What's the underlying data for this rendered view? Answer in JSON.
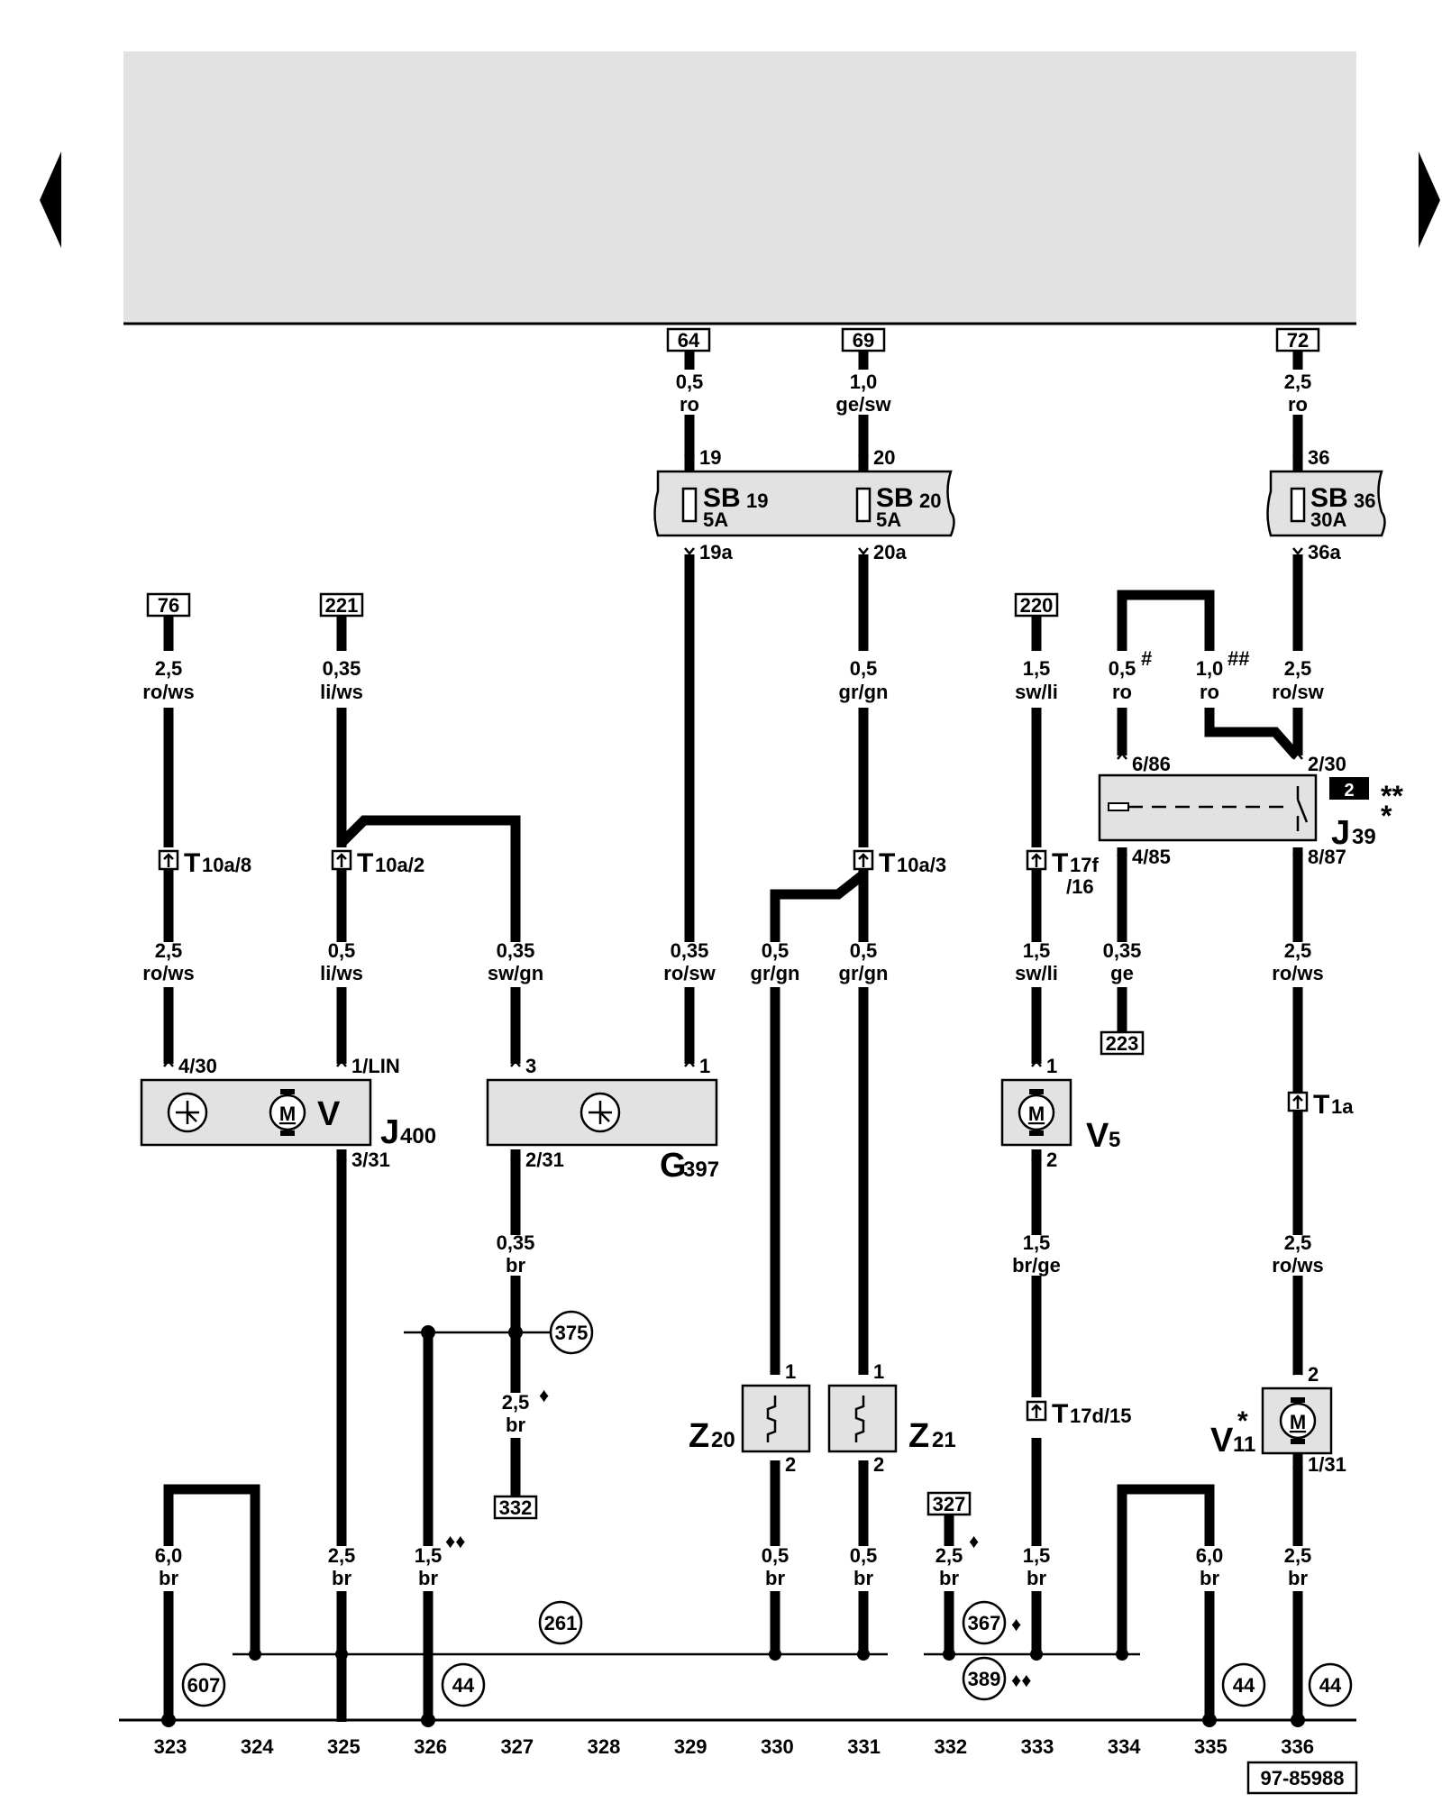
{
  "nav": {
    "prev_icon": "triangle-left-icon",
    "next_icon": "triangle-right-icon"
  },
  "ref_boxes": {
    "r64": "64",
    "r69": "69",
    "r72": "72",
    "r76": "76",
    "r221": "221",
    "r220": "220",
    "r223": "223",
    "r332": "332",
    "r327": "327"
  },
  "wires": {
    "w64": [
      "0,5",
      "ro"
    ],
    "w69": [
      "1,0",
      "ge/sw"
    ],
    "w72": [
      "2,5",
      "ro"
    ],
    "w76": [
      "2,5",
      "ro/ws"
    ],
    "w221": [
      "0,35",
      "li/ws"
    ],
    "w20a": [
      "0,5",
      "gr/gn"
    ],
    "w220": [
      "1,5",
      "sw/li"
    ],
    "wHash": [
      "0,5",
      "ro"
    ],
    "wHash2": [
      "1,0",
      "ro"
    ],
    "w36a": [
      "2,5",
      "ro/sw"
    ],
    "w323a": [
      "2,5",
      "ro/ws"
    ],
    "w325a": [
      "0,5",
      "li/ws"
    ],
    "w327a": [
      "0,35",
      "sw/gn"
    ],
    "w329a": [
      "0,35",
      "ro/sw"
    ],
    "w330a": [
      "0,5",
      "gr/gn"
    ],
    "w331a": [
      "0,5",
      "gr/gn"
    ],
    "w333a": [
      "1,5",
      "sw/li"
    ],
    "w332a": [
      "0,35",
      "ge"
    ],
    "w336a": [
      "2,5",
      "ro/ws"
    ],
    "w327b": [
      "0,35",
      "br"
    ],
    "w333b": [
      "1,5",
      "br/ge"
    ],
    "w336b": [
      "2,5",
      "ro/ws"
    ],
    "w327c": [
      "2,5",
      "br"
    ],
    "w323g": [
      "6,0",
      "br"
    ],
    "w325g": [
      "2,5",
      "br"
    ],
    "w326g": [
      "1,5",
      "br"
    ],
    "w330g": [
      "0,5",
      "br"
    ],
    "w331g": [
      "0,5",
      "br"
    ],
    "w332g": [
      "2,5",
      "br"
    ],
    "w333g": [
      "1,5",
      "br"
    ],
    "w335g": [
      "6,0",
      "br"
    ],
    "w336g": [
      "2,5",
      "br"
    ]
  },
  "marks": {
    "hash": "#",
    "hash2": "##",
    "diamond": "♦",
    "diamond2": "♦♦",
    "star": "*",
    "star2": "**"
  },
  "pins": {
    "p19": "19",
    "p19a": "19a",
    "p20": "20",
    "p20a": "20a",
    "p36": "36",
    "p36a": "36a",
    "p6_86": "6/86",
    "p2_30": "2/30",
    "p4_85": "4/85",
    "p8_87": "8/87",
    "p4_30": "4/30",
    "p1lin": "1/LIN",
    "p3": "3",
    "p1g": "1",
    "p1v5": "1",
    "p3_31": "3/31",
    "p2_31": "2/31",
    "p2v5": "2",
    "p1z20": "1",
    "p1z21": "1",
    "p2z20": "2",
    "p2z21": "2",
    "p2v11": "2",
    "p1_31": "1/31"
  },
  "fuses": {
    "sb19": {
      "name": "SB",
      "sub": "19",
      "rating": "5A"
    },
    "sb20": {
      "name": "SB",
      "sub": "20",
      "rating": "5A"
    },
    "sb36": {
      "name": "SB",
      "sub": "36",
      "rating": "30A"
    }
  },
  "connectors": {
    "t10a8": {
      "name": "T",
      "sub": "10a/8"
    },
    "t10a2": {
      "name": "T",
      "sub": "10a/2"
    },
    "t10a3": {
      "name": "T",
      "sub": "10a/3"
    },
    "t17f": {
      "name": "T",
      "sub": "17f",
      "sub2": "/16"
    },
    "t1a": {
      "name": "T",
      "sub": "1a"
    },
    "t17d": {
      "name": "T",
      "sub": "17d/15"
    }
  },
  "components": {
    "j39": {
      "name": "J",
      "sub": "39",
      "relay_pos": "2"
    },
    "j400": {
      "name": "J",
      "sub": "400",
      "motor_label": "V"
    },
    "g397": {
      "name": "G",
      "sub": "397"
    },
    "v5": {
      "name": "V",
      "sub": "5"
    },
    "v11": {
      "name": "V",
      "sub": "11"
    },
    "z20": {
      "name": "Z",
      "sub": "20"
    },
    "z21": {
      "name": "Z",
      "sub": "21"
    },
    "motor_symbol": "M"
  },
  "ground_refs": {
    "g375": "375",
    "g261": "261",
    "g367": "367",
    "g389": "389",
    "g607": "607",
    "g44a": "44",
    "g44b": "44",
    "g44c": "44"
  },
  "coords": [
    "323",
    "324",
    "325",
    "326",
    "327",
    "328",
    "329",
    "330",
    "331",
    "332",
    "333",
    "334",
    "335",
    "336"
  ],
  "doc_number": "97-85988"
}
